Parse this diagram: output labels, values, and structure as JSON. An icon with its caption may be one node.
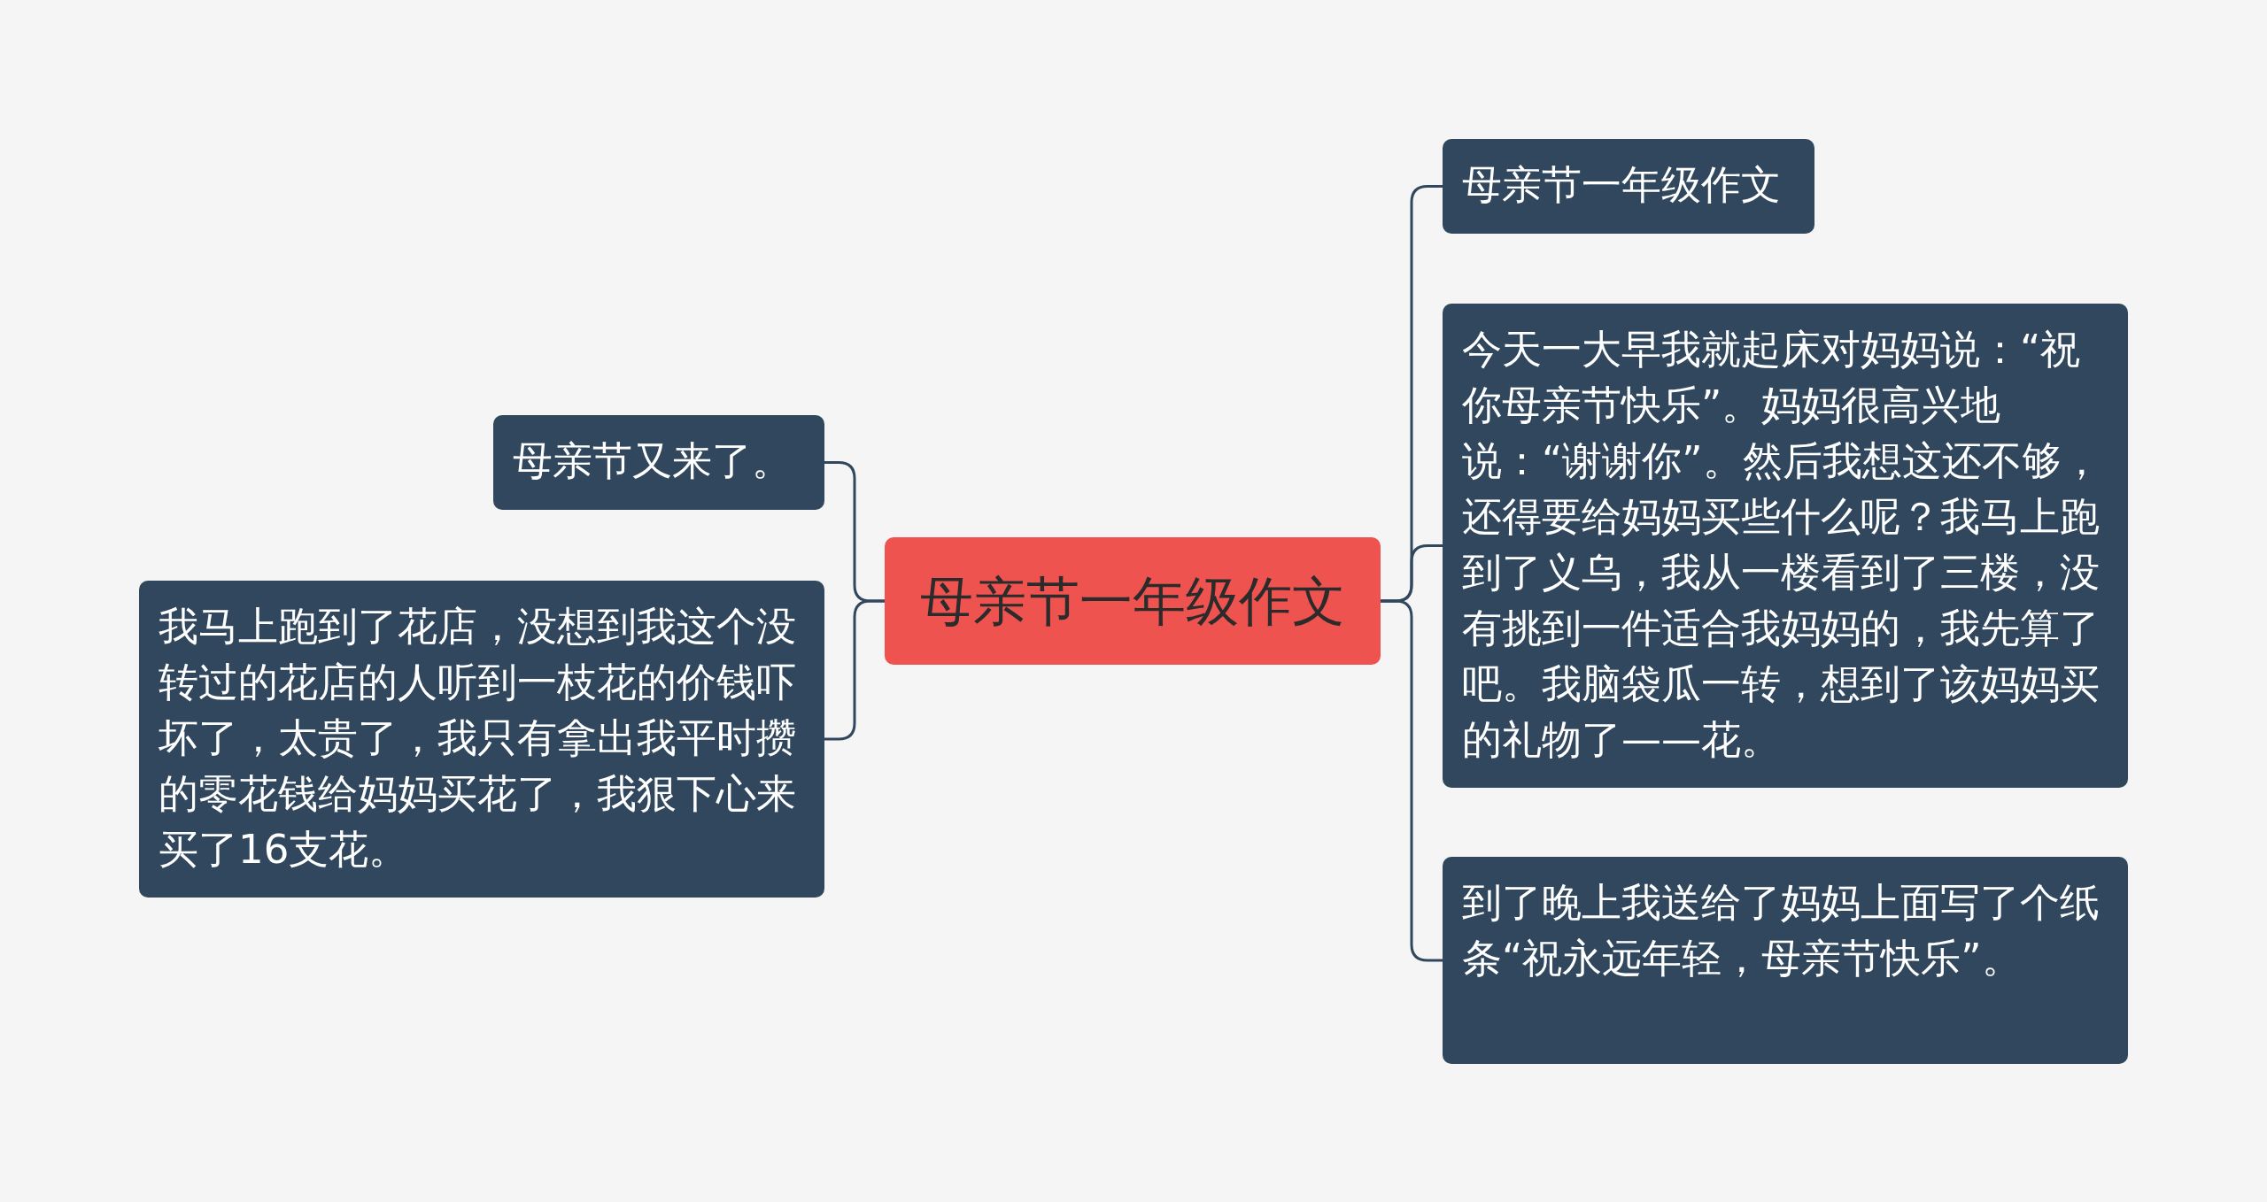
{
  "diagram": {
    "nodes": [
      {
        "text": [
          "母亲节一年级作文"
        ]
      },
      {
        "text": [
          "母亲节一年级作文"
        ]
      },
      {
        "text": [
          "今天一大早我就起床对妈妈说：“祝你母亲节快乐”。妈妈很高兴地说：“谢谢你”。然后我想这还不够，还得要给妈妈买些什么呢？我马上跑到了义乌，我从一楼看到了三楼，没有挑到一件适合我妈妈的，我先算了吧。我脑袋瓜一转，想到了该妈妈买的礼物了——花。"
        ]
      },
      {
        "text": [
          "到了晚上我送给了妈妈上面写了个纸条“祝永远年轻，母亲节快乐”。"
        ]
      },
      {
        "text": [
          "母亲节又来了。"
        ]
      },
      {
        "text": [
          "我马上跑到了花店，没想到我这个没转过的花店的人听到一枝花的价钱吓坏了，太贵了，我只有拿出我平时攒的零花钱给妈妈买花了，我狠下心来买了16支花。"
        ]
      }
    ],
    "edges": [
      {
        "from": 0,
        "to": 1,
        "arrow": "none"
      },
      {
        "from": 0,
        "to": 2,
        "arrow": "none"
      },
      {
        "from": 0,
        "to": 3,
        "arrow": "none"
      },
      {
        "from": 0,
        "to": 4,
        "arrow": "none"
      },
      {
        "from": 0,
        "to": 5,
        "arrow": "none"
      }
    ]
  }
}
